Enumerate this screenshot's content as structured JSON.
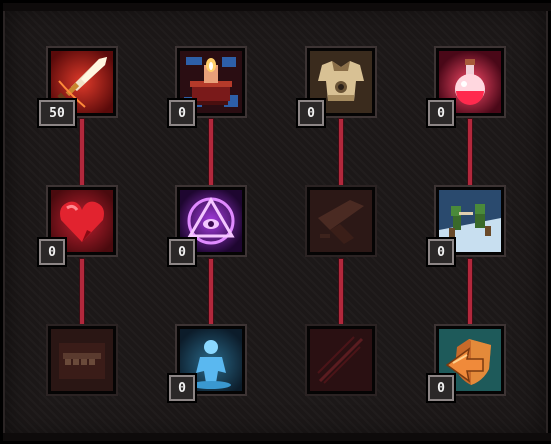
{
  "skill_tree": {
    "columns": [
      {
        "nodes": [
          {
            "name": "sword-skill",
            "icon": "sword-icon",
            "points": "50",
            "locked": false
          },
          {
            "name": "heart-skill",
            "icon": "heart-icon",
            "points": "0",
            "locked": false
          },
          {
            "name": "jaw-skill",
            "icon": "jaw-icon",
            "points": null,
            "locked": true
          }
        ]
      },
      {
        "nodes": [
          {
            "name": "altar-skill",
            "icon": "altar-icon",
            "points": "0",
            "locked": false
          },
          {
            "name": "eye-rune-skill",
            "icon": "eye-rune-icon",
            "points": "0",
            "locked": false
          },
          {
            "name": "spirit-skill",
            "icon": "spirit-icon",
            "points": "0",
            "locked": false
          }
        ]
      },
      {
        "nodes": [
          {
            "name": "armor-skill",
            "icon": "armor-icon",
            "points": "0",
            "locked": false
          },
          {
            "name": "blade-skill",
            "icon": "blade-icon",
            "points": null,
            "locked": true
          },
          {
            "name": "slash-skill",
            "icon": "slash-icon",
            "points": null,
            "locked": true
          }
        ]
      },
      {
        "nodes": [
          {
            "name": "potion-skill",
            "icon": "potion-icon",
            "points": "0",
            "locked": false
          },
          {
            "name": "companions-skill",
            "icon": "companions-icon",
            "points": "0",
            "locked": false
          },
          {
            "name": "shield-skill",
            "icon": "shield-icon",
            "points": "0",
            "locked": false
          }
        ]
      }
    ]
  },
  "colors": {
    "connector": "#b1283c",
    "badge_border": "#8d8686",
    "panel_bg": "#1c1818"
  }
}
